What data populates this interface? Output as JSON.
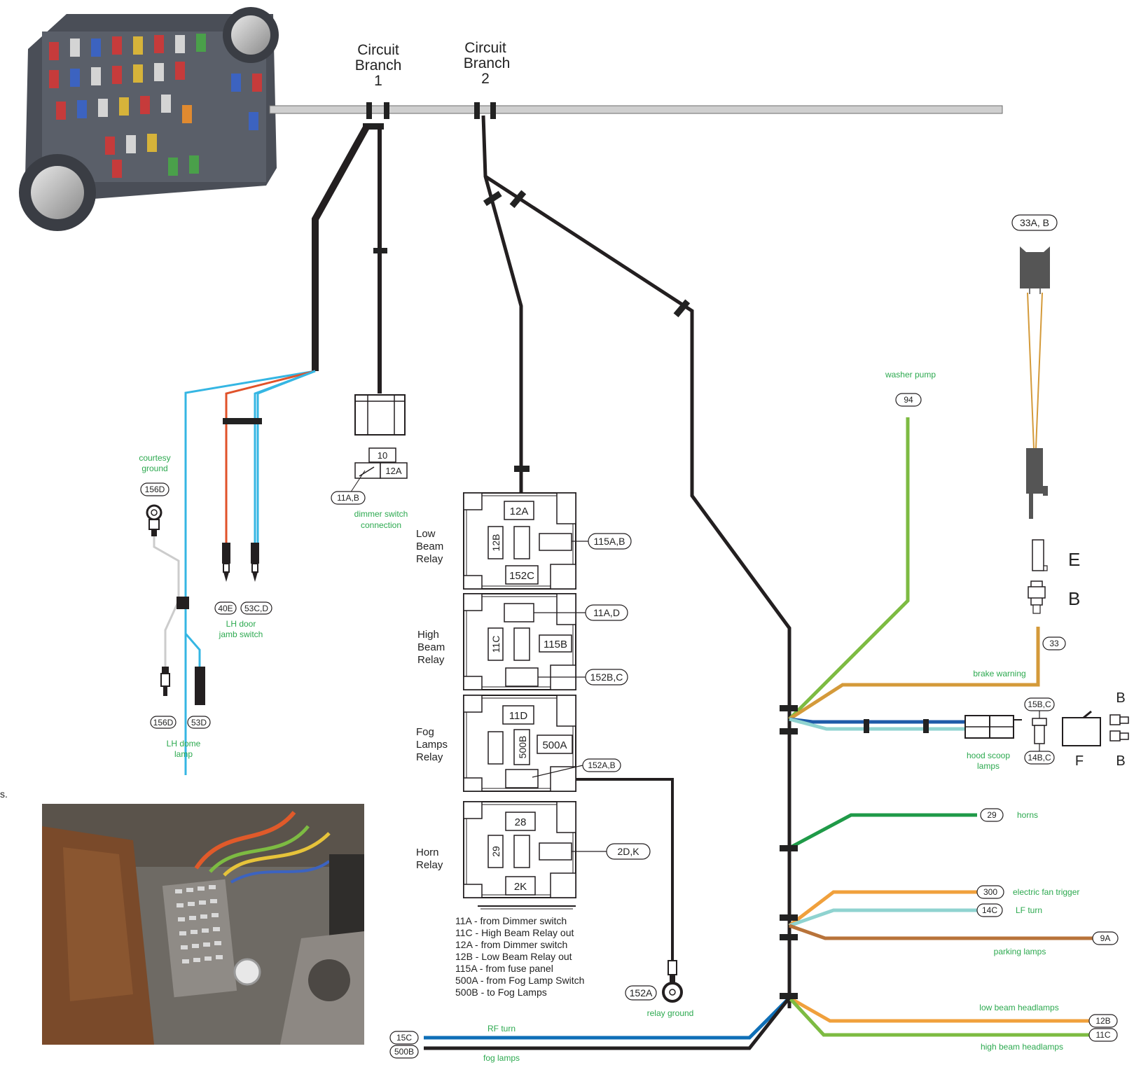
{
  "headings": {
    "branch1": [
      "Circuit",
      "Branch",
      "1"
    ],
    "branch2": [
      "Circuit",
      "Branch",
      "2"
    ]
  },
  "relays": {
    "low_beam": {
      "label": [
        "Low",
        "Beam",
        "Relay"
      ],
      "terminals": [
        "12A",
        "12B",
        "152C"
      ],
      "callout": "115A,B"
    },
    "high_beam": {
      "label": [
        "High",
        "Beam",
        "Relay"
      ],
      "terminals": [
        "11C",
        "115B"
      ],
      "callouts": [
        "11A,D",
        "152B,C"
      ]
    },
    "fog": {
      "label": [
        "Fog",
        "Lamps",
        "Relay"
      ],
      "terminals": [
        "11D",
        "500B",
        "500A"
      ],
      "callout": "152A,B"
    },
    "horn": {
      "label": [
        "Horn",
        "Relay"
      ],
      "terminals": [
        "28",
        "29",
        "2K"
      ],
      "callout": "2D,K"
    }
  },
  "dimmer": {
    "terminals": [
      "10",
      "12A"
    ],
    "tag": "11A,B",
    "label": [
      "dimmer switch",
      "connection"
    ]
  },
  "courtesy": {
    "label": [
      "courtesy",
      "ground"
    ],
    "tag": "156D"
  },
  "lh_door": {
    "tags": [
      "40E",
      "53C,D"
    ],
    "label": [
      "LH door",
      "jamb switch"
    ]
  },
  "lh_dome": {
    "tags": [
      "156D",
      "53D"
    ],
    "label": [
      "LH dome",
      "lamp"
    ]
  },
  "legend": [
    "11A  -  from Dimmer switch",
    "11C  -  High Beam Relay out",
    "12A  -  from Dimmer switch",
    "12B  -  Low Beam Relay out",
    "115A - from fuse panel",
    "500A - from Fog Lamp Switch",
    "500B - to Fog Lamps"
  ],
  "relay_ground": {
    "tag": "152A",
    "label": "relay ground"
  },
  "right_side": {
    "brake_switch_tag": "33A, B",
    "letters": {
      "e": "E",
      "b": "B",
      "f": "F"
    },
    "brake_tag": "33",
    "washer": {
      "label": "washer pump",
      "tag": "94"
    },
    "brake_warning": "brake warning",
    "hood_scoop": {
      "label": [
        "hood scoop",
        "lamps"
      ],
      "tags": [
        "15B,C",
        "14B,C"
      ]
    },
    "horns": {
      "tag": "29",
      "label": "horns"
    },
    "fan": {
      "tag": "300",
      "label": "electric fan trigger"
    },
    "lf_turn": {
      "tag": "14C",
      "label": "LF turn"
    },
    "parking": {
      "tag": "9A",
      "label": "parking lamps"
    },
    "low_beam": {
      "tag": "12B",
      "label": "low beam headlamps"
    },
    "high_beam": {
      "tag": "11C",
      "label": "high beam headlamps"
    },
    "rf_turn": {
      "tag": "15C",
      "label": "RF turn"
    },
    "fog_lamps": {
      "tag": "500B",
      "label": "fog lamps"
    }
  },
  "edge_fragment": "s.",
  "colors": {
    "harness": "#231f20",
    "green_label": "#2ca94f",
    "cyan": "#35b6e3",
    "orange_red": "#e0522a",
    "yellow_green": "#7dbb42",
    "tan": "#d49a3a",
    "blue": "#1e5aa8",
    "light_teal": "#8fd3d0",
    "dark_green": "#1f9a48",
    "orange": "#f0a03c",
    "brown": "#b8733a",
    "rf_blue": "#0f6fb7"
  }
}
